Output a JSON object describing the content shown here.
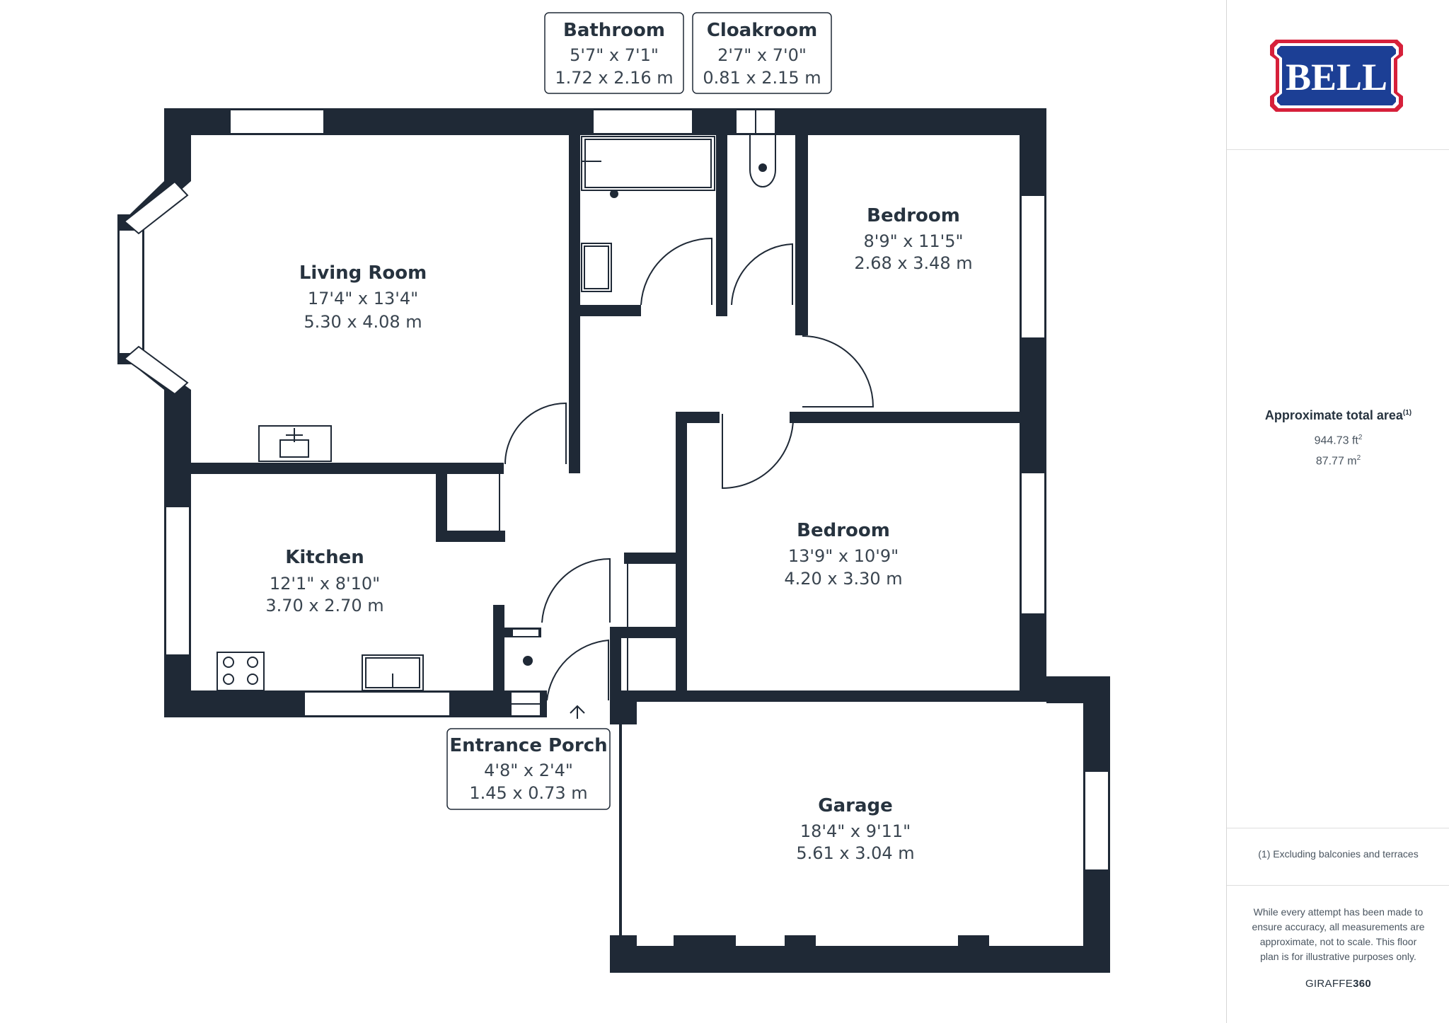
{
  "rooms": {
    "living": {
      "name": "Living Room",
      "imperial": "17'4\" x 13'4\"",
      "metric": "5.30 x 4.08 m"
    },
    "kitchen": {
      "name": "Kitchen",
      "imperial": "12'1\" x 8'10\"",
      "metric": "3.70 x 2.70 m"
    },
    "bathroom": {
      "name": "Bathroom",
      "imperial": "5'7\" x 7'1\"",
      "metric": "1.72 x 2.16 m"
    },
    "cloakroom": {
      "name": "Cloakroom",
      "imperial": "2'7\" x 7'0\"",
      "metric": "0.81 x 2.15 m"
    },
    "bedroom1": {
      "name": "Bedroom",
      "imperial": "8'9\" x 11'5\"",
      "metric": "2.68 x 3.48 m"
    },
    "bedroom2": {
      "name": "Bedroom",
      "imperial": "13'9\" x 10'9\"",
      "metric": "4.20 x 3.30 m"
    },
    "porch": {
      "name": "Entrance Porch",
      "imperial": "4'8\" x 2'4\"",
      "metric": "1.45 x 0.73 m"
    },
    "garage": {
      "name": "Garage",
      "imperial": "18'4\" x 9'11\"",
      "metric": "5.61 x 3.04 m"
    }
  },
  "sidebar": {
    "logo_text": "BELL",
    "area_title": "Approximate total area",
    "area_title_note": "(1)",
    "area_sqft": "944.73 ft",
    "area_sqft_unit": "2",
    "area_sqm": "87.77 m",
    "area_sqm_unit": "2",
    "footnote": "(1) Excluding balconies and terraces",
    "disclaimer": "While every attempt has been made to ensure accuracy, all measurements are approximate, not to scale. This floor plan is for illustrative purposes only.",
    "brand_prefix": "GIRAFFE",
    "brand_suffix": "360"
  },
  "colors": {
    "wall": "#1f2936",
    "logo_blue": "#1c3f95",
    "logo_red": "#d6203a",
    "text": "#27333f"
  }
}
